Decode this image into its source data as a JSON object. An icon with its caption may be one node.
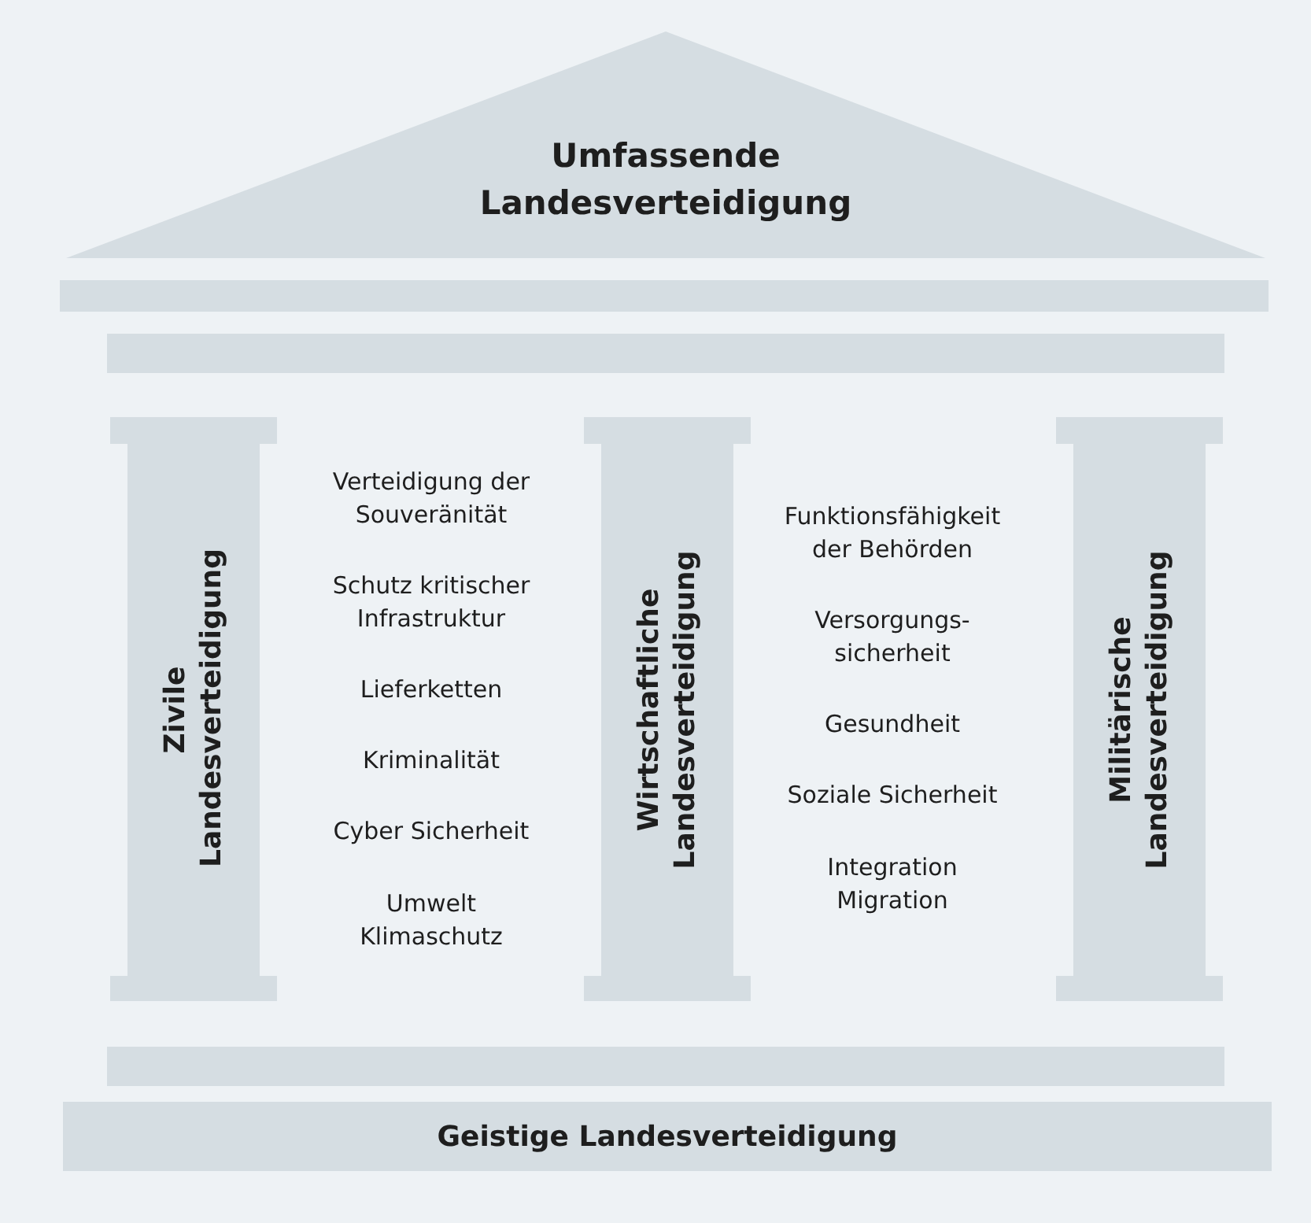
{
  "diagram": {
    "nodes": [
      {
        "text": [
          "Umfassende Landesverteidigung"
        ]
      },
      {
        "text": [],
        "shape": "bar"
      },
      {
        "text": [],
        "shape": "bar"
      },
      {
        "text": [
          "Zivile Landesverteidigung"
        ]
      },
      {
        "text": [
          "Wirtschaftliche Landesverteidigung"
        ]
      },
      {
        "text": [
          "Militärische Landesverteidigung"
        ]
      },
      {
        "text": [],
        "shape": "bar"
      },
      {
        "text": [
          "Geistige Landesverteidigung"
        ]
      }
    ],
    "labels": [
      "Verteidigung der Souveränität",
      "Schutz kritischer Infrastruktur",
      "Lieferketten",
      "Kriminalität",
      "Cyber Sicherheit",
      "Umwelt Klimaschutz",
      "Funktionsfähigkeit der Behörden",
      "Versorgungs- sicherheit",
      "Gesundheit",
      "Soziale Sicherheit",
      "Integration Migration"
    ]
  }
}
